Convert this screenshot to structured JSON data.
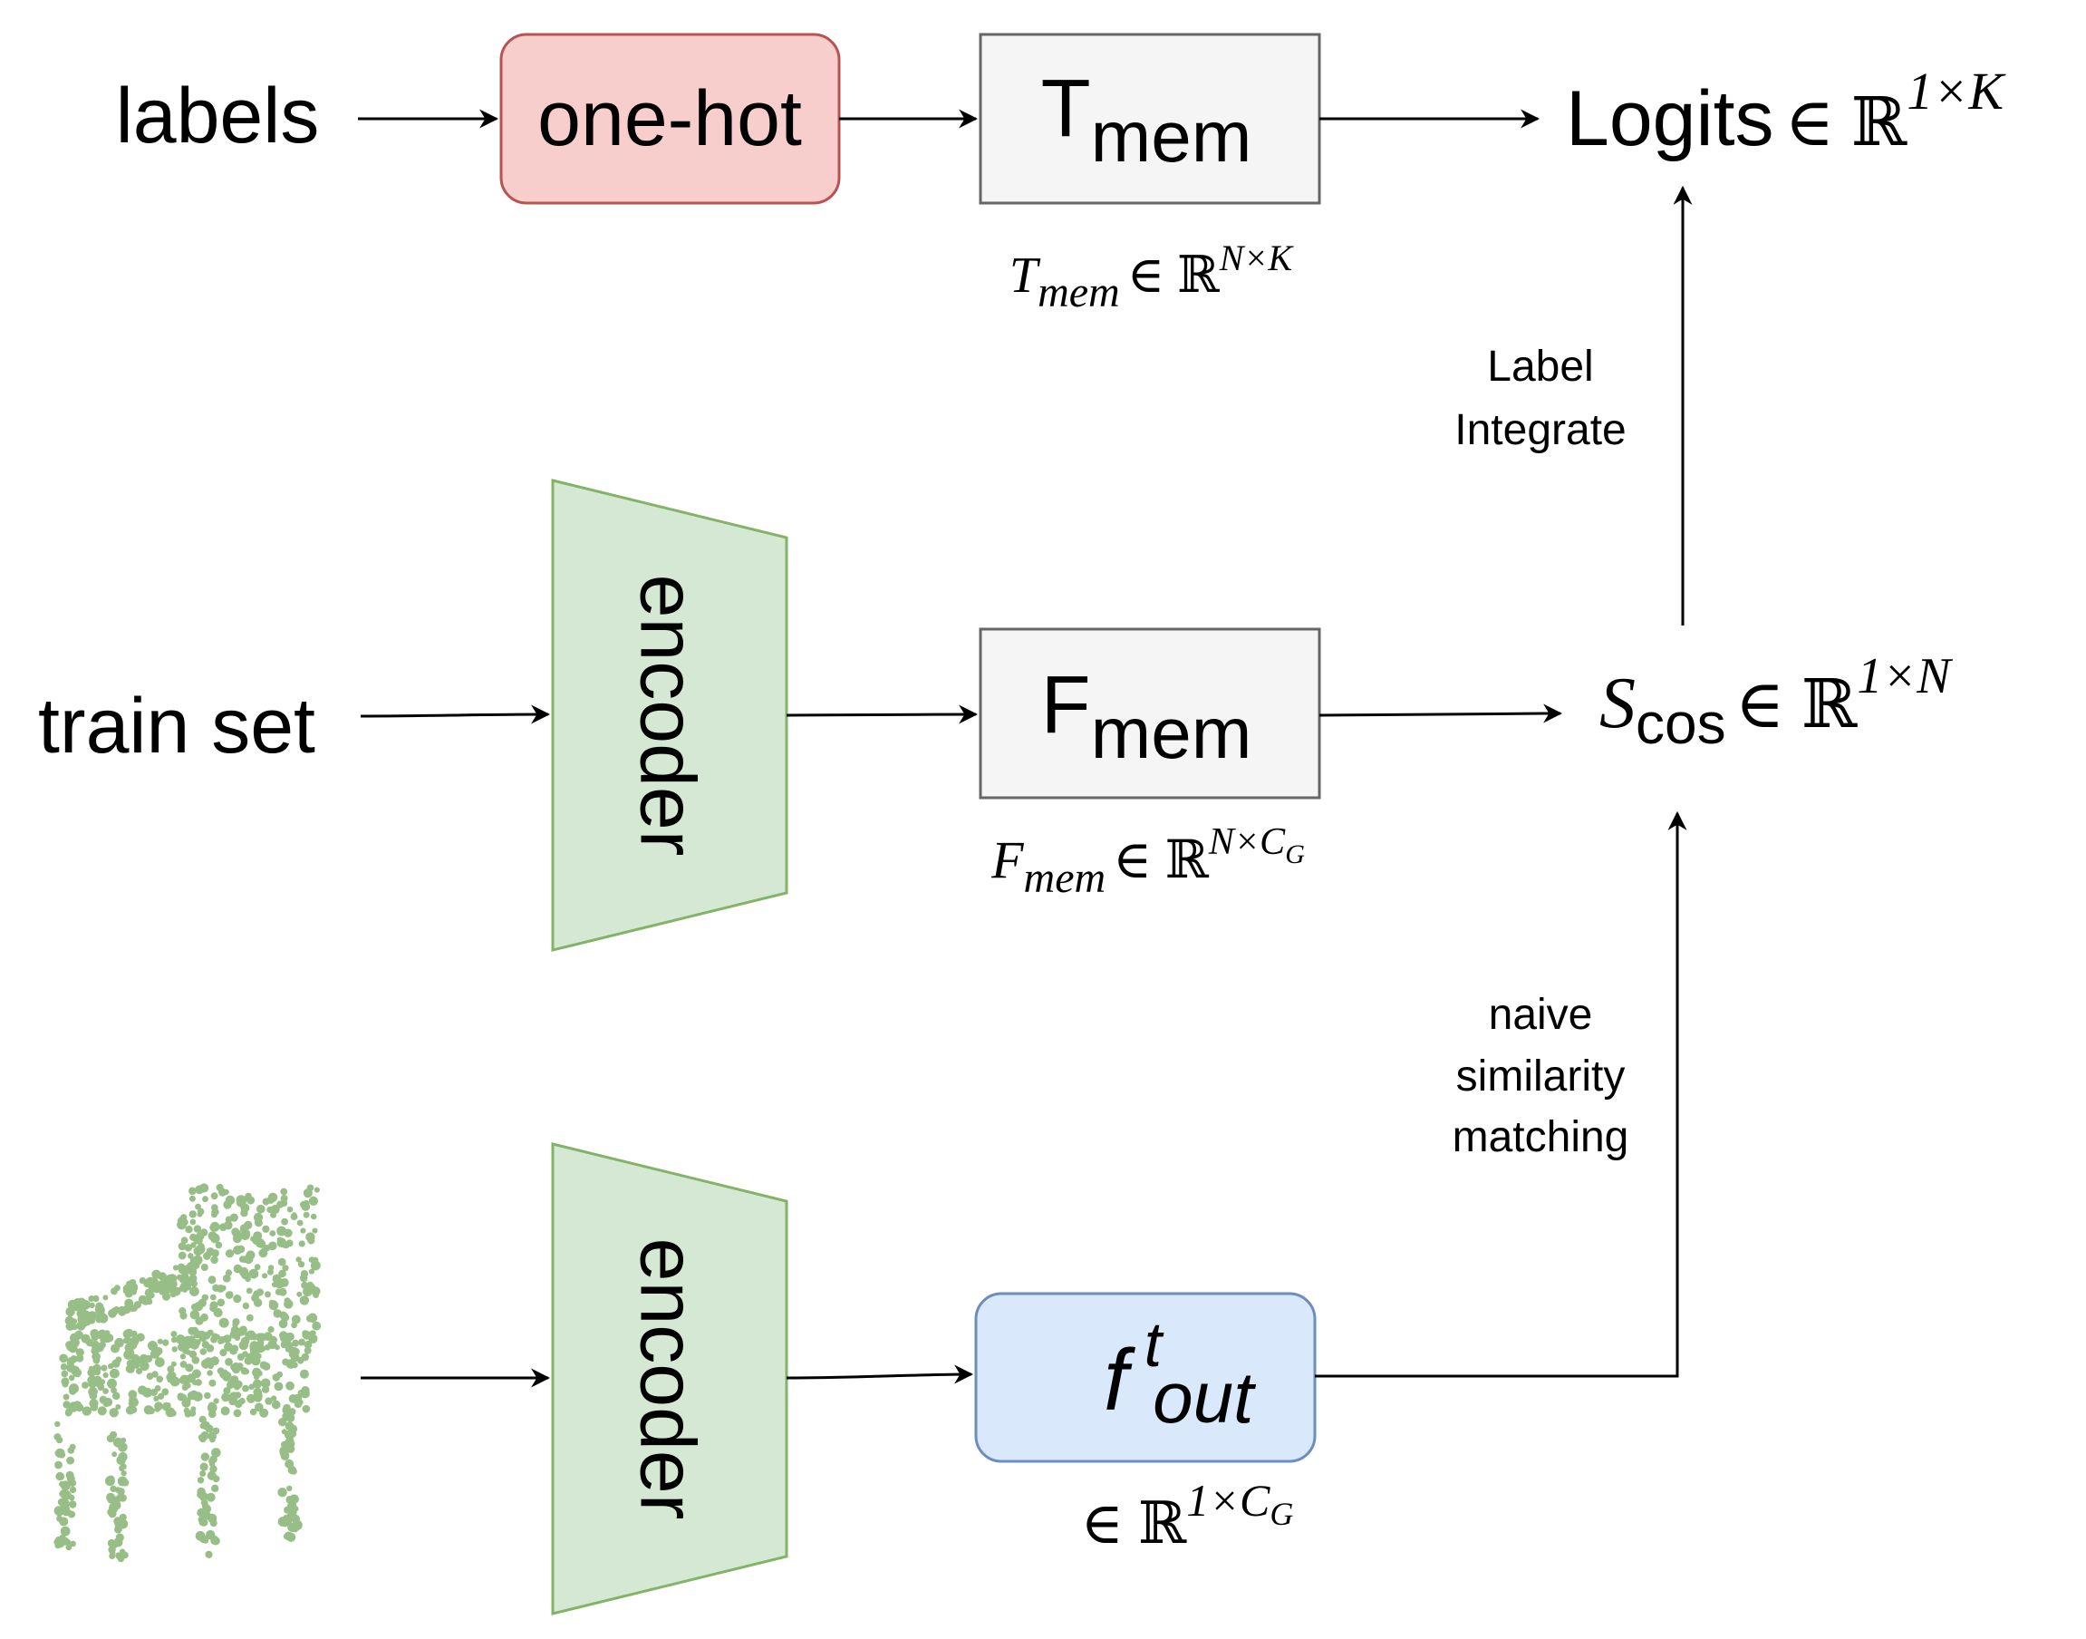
{
  "colors": {
    "onehot_fill": "#f8cecc",
    "onehot_stroke": "#b85450",
    "mem_fill": "#f5f5f5",
    "mem_stroke": "#666666",
    "encoder_fill": "#d5e8d4",
    "encoder_stroke": "#82b366",
    "fout_fill": "#dae8fc",
    "fout_stroke": "#6c8ebf",
    "pointcloud": "#97be86",
    "line": "#000000"
  },
  "icons": {
    "point_cloud": "chair-point-cloud-icon",
    "encoder": "trapezoid-encoder-shape"
  },
  "inputs": {
    "labels": "labels",
    "train_set": "train set"
  },
  "nodes": {
    "onehot": "one-hot",
    "encoder_top": "encoder",
    "encoder_bottom": "encoder",
    "tmem": {
      "main": "T",
      "sub": "mem"
    },
    "fmem": {
      "main": "F",
      "sub": "mem"
    },
    "fout": {
      "main": "f",
      "sup": "t",
      "sub": "out"
    }
  },
  "annotations": {
    "tmem": {
      "main": "T",
      "sub": "mem",
      "space": "∈ ℝ",
      "sup": "N×K"
    },
    "fmem": {
      "main": "F",
      "sub": "mem",
      "space": "∈ ℝ",
      "sup": "N×C",
      "sup_sub": "G"
    },
    "fout": {
      "space": "∈ ℝ",
      "sup": "1×C",
      "sup_sub": "G"
    }
  },
  "outputs": {
    "logits": {
      "word": "Logits",
      "space": "∈ ℝ",
      "sup": "1×K"
    },
    "scos": {
      "main": "S",
      "sub": "cos",
      "space": "∈ ℝ",
      "sup": "1×N"
    }
  },
  "edge_labels": {
    "label_integrate": [
      "Label",
      "Integrate"
    ],
    "naive_matching": [
      "naive",
      "similarity",
      "matching"
    ]
  }
}
